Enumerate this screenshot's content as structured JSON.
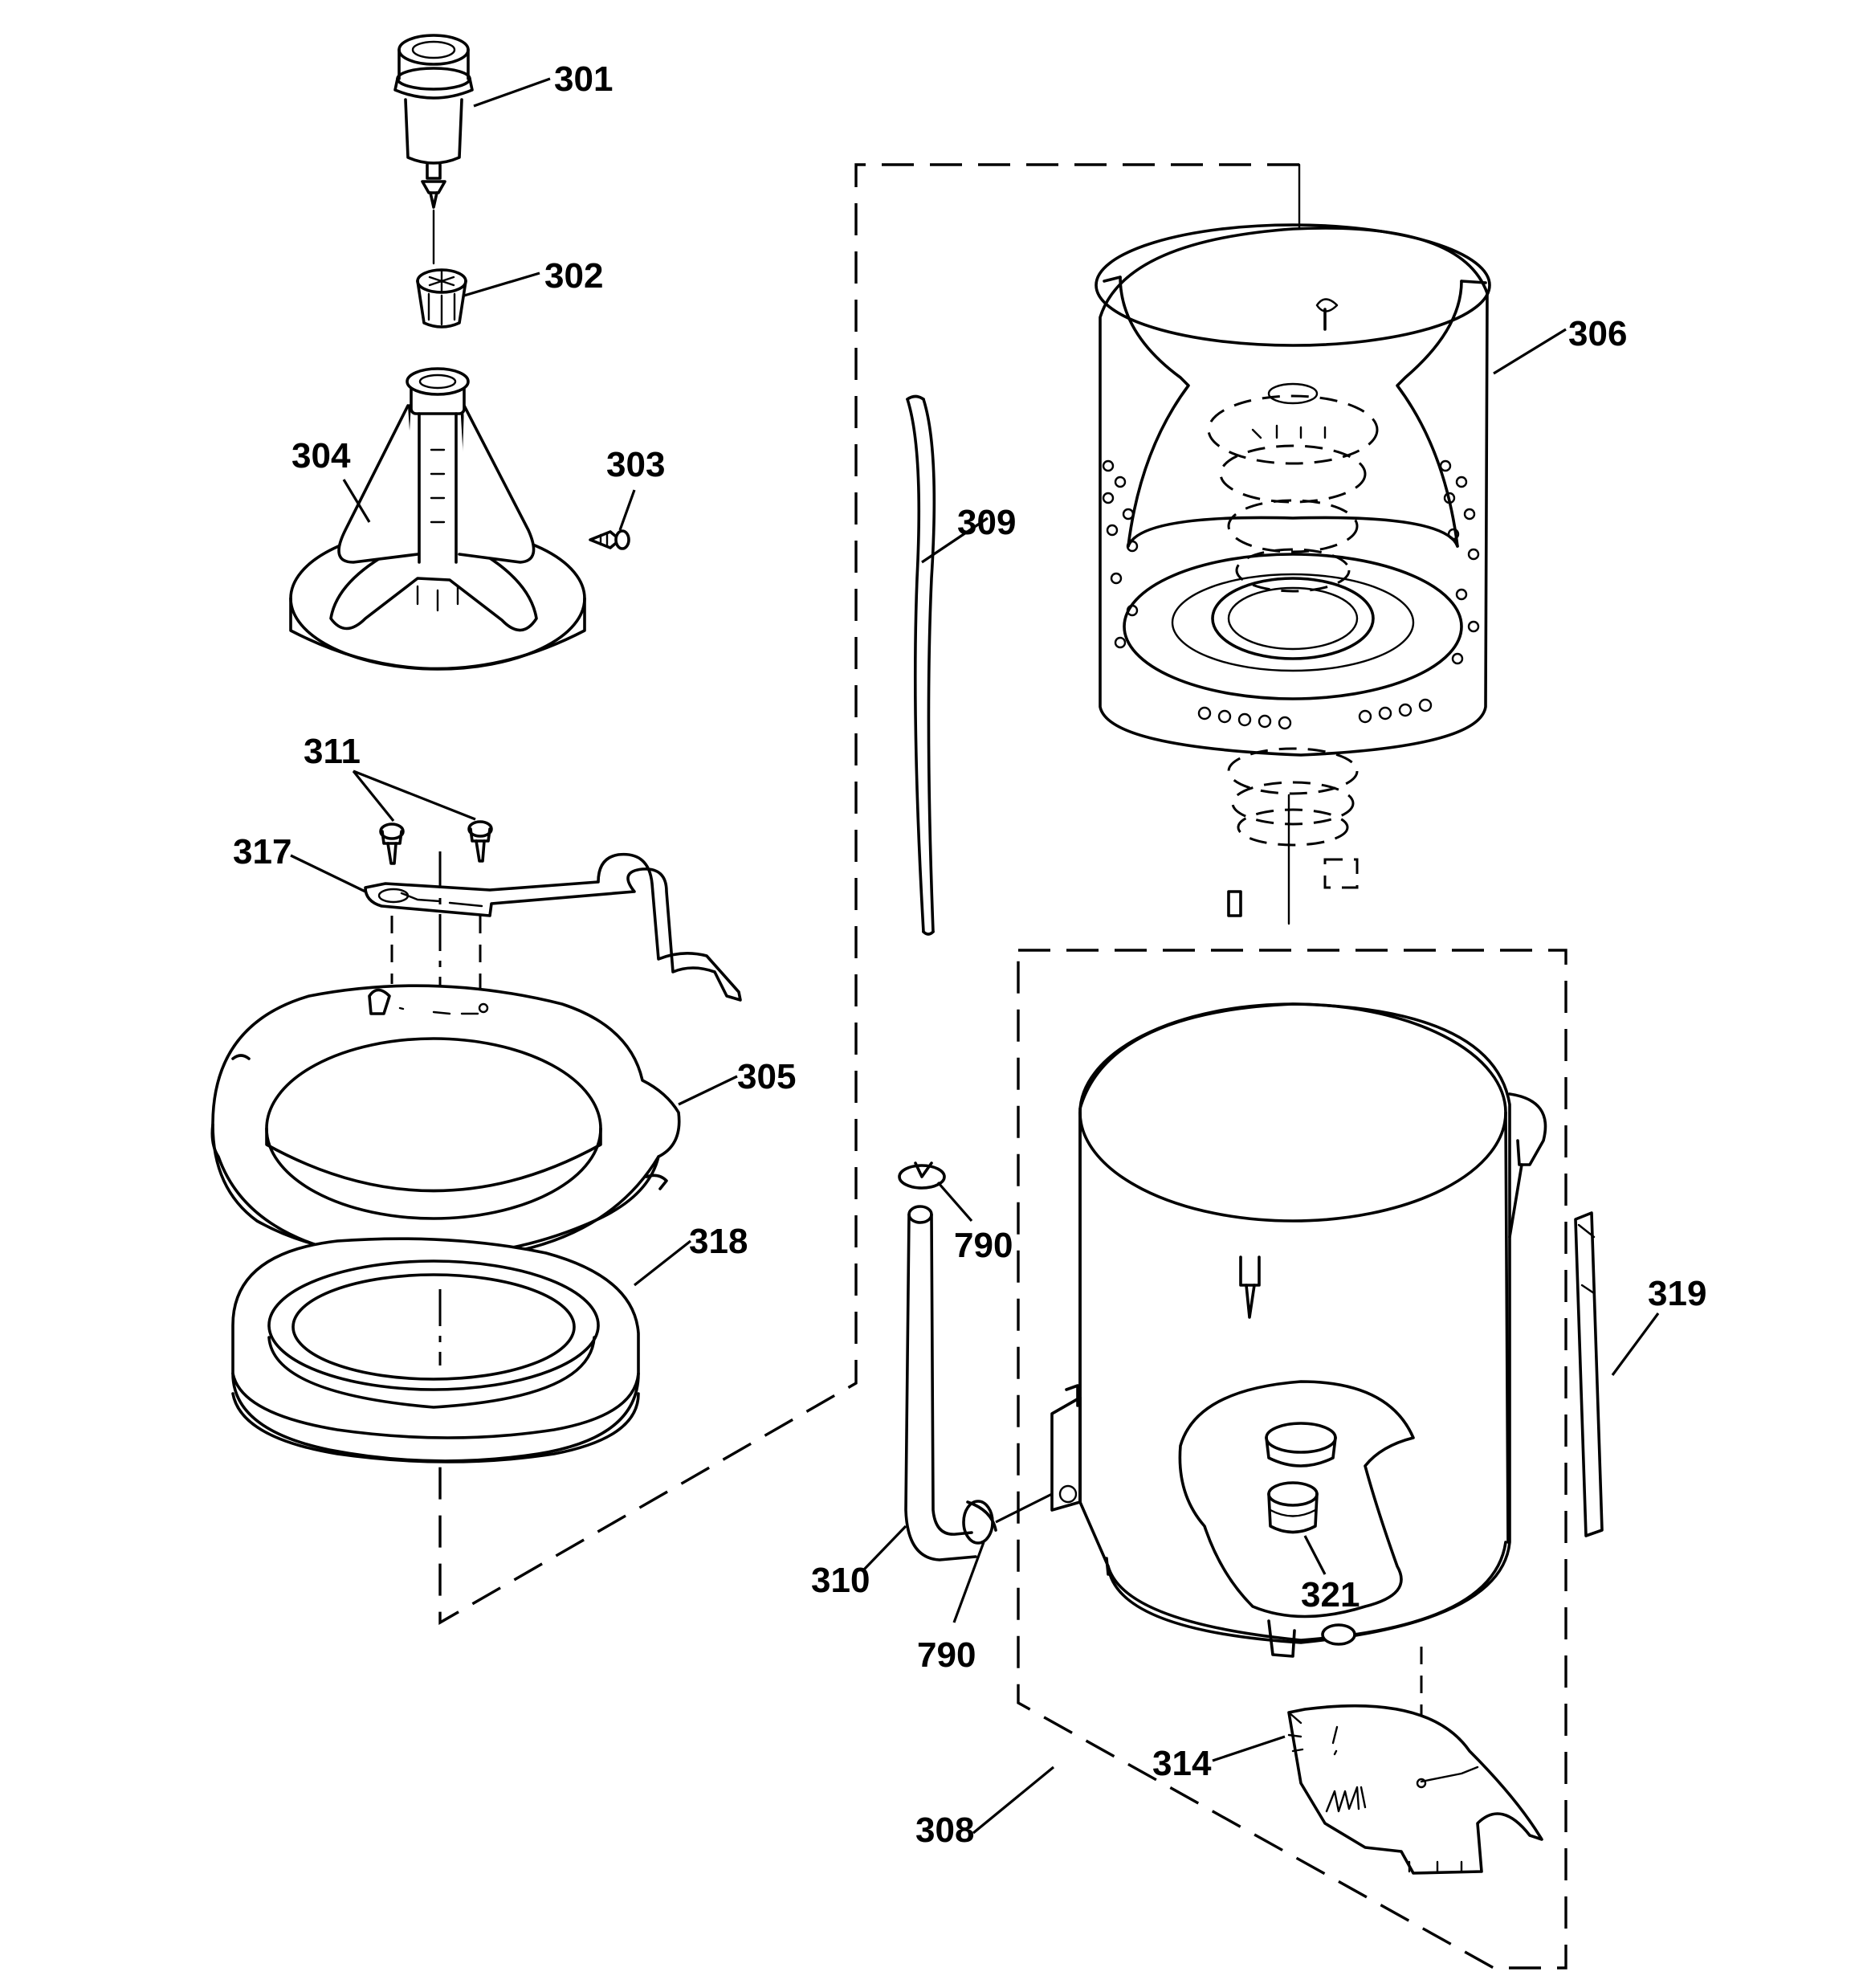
{
  "parts": [
    {
      "id": "p301",
      "number": "301"
    },
    {
      "id": "p302",
      "number": "302"
    },
    {
      "id": "p303",
      "number": "303"
    },
    {
      "id": "p304",
      "number": "304"
    },
    {
      "id": "p305",
      "number": "305"
    },
    {
      "id": "p306",
      "number": "306"
    },
    {
      "id": "p308",
      "number": "308"
    },
    {
      "id": "p309",
      "number": "309"
    },
    {
      "id": "p310",
      "number": "310"
    },
    {
      "id": "p311",
      "number": "311"
    },
    {
      "id": "p314",
      "number": "314"
    },
    {
      "id": "p317",
      "number": "317"
    },
    {
      "id": "p318",
      "number": "318"
    },
    {
      "id": "p319",
      "number": "319"
    },
    {
      "id": "p321",
      "number": "321"
    },
    {
      "id": "p790a",
      "number": "790"
    },
    {
      "id": "p790b",
      "number": "790"
    }
  ]
}
